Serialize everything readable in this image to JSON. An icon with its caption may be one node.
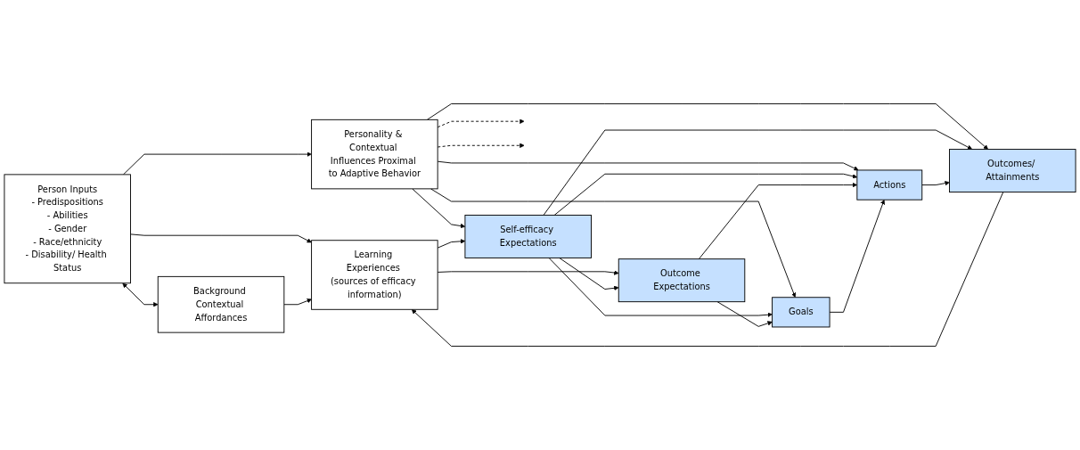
{
  "diagram": {
    "nodes": [
      {
        "text": [
          "Person Inputs",
          "- Predispositions",
          "- Abilities",
          "- Gender",
          "- Race/ethnicity",
          "- Disability/ Health Status"
        ]
      },
      {
        "text": [
          "Background Contextual Affordances"
        ]
      },
      {
        "text": [
          "Personality & Contextual Influences Proximal to Adaptive Behavior"
        ]
      },
      {
        "text": [
          "Learning Experiences (sources of efficacy information)"
        ]
      },
      {
        "text": [
          "Self-efficacy Expectations"
        ]
      },
      {
        "text": [
          "Outcome Expectations"
        ]
      },
      {
        "text": [
          "Goals"
        ]
      },
      {
        "text": [
          "Actions"
        ]
      },
      {
        "text": [
          "Outcomes/ Attainments"
        ]
      }
    ],
    "edges": [
      {
        "from": 0,
        "to": 2,
        "arrow": "to"
      },
      {
        "from": 0,
        "to": 3,
        "arrow": "to"
      },
      {
        "from": 0,
        "to": 1,
        "arrow": "both"
      },
      {
        "from": 1,
        "to": 3,
        "arrow": "to"
      },
      {
        "from": 2,
        "to": 4,
        "arrow": "to"
      },
      {
        "from": 2,
        "to": 6,
        "arrow": "to"
      },
      {
        "from": 2,
        "to": null,
        "arrow": "to",
        "style": "dashed"
      },
      {
        "from": 2,
        "to": 7,
        "arrow": "to"
      },
      {
        "from": 2,
        "to": null,
        "arrow": "to",
        "style": "dashed"
      },
      {
        "from": 2,
        "to": 8,
        "arrow": "to"
      },
      {
        "from": 3,
        "to": 4,
        "arrow": "to"
      },
      {
        "from": 3,
        "to": 5,
        "arrow": "to"
      },
      {
        "from": 4,
        "to": 5,
        "arrow": "to"
      },
      {
        "from": 4,
        "to": 6,
        "arrow": "to"
      },
      {
        "from": 4,
        "to": 7,
        "arrow": "to"
      },
      {
        "from": 4,
        "to": 8,
        "arrow": "to"
      },
      {
        "from": 5,
        "to": 6,
        "arrow": "to"
      },
      {
        "from": 5,
        "to": 7,
        "arrow": "to"
      },
      {
        "from": 6,
        "to": 7,
        "arrow": "to"
      },
      {
        "from": 7,
        "to": 8,
        "arrow": "to"
      },
      {
        "from": 8,
        "to": 3,
        "arrow": "to"
      }
    ]
  }
}
